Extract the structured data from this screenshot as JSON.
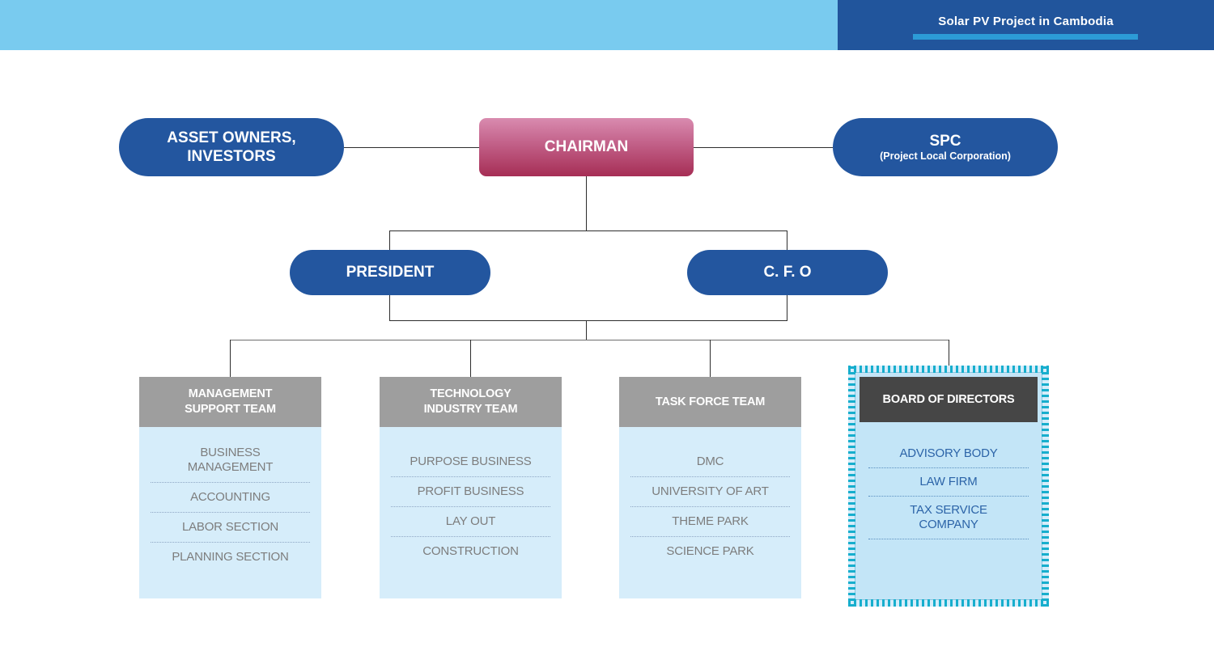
{
  "header": {
    "title": "Solar PV Project in Cambodia",
    "band_left_color": "#79CBEF",
    "band_right_color": "#21559C",
    "underline_color": "#2C9BD6"
  },
  "chart": {
    "type": "org-chart",
    "nodes": {
      "asset_owners": {
        "label": "ASSET OWNERS,\nINVESTORS",
        "line1": "ASSET OWNERS,",
        "line2": "INVESTORS",
        "color": "#23569F"
      },
      "chairman": {
        "label": "CHAIRMAN",
        "color_top": "#D98BAF",
        "color_bottom": "#A62E55"
      },
      "spc": {
        "label": "SPC",
        "sublabel": "(Project Local Corporation)",
        "color": "#23569F"
      },
      "president": {
        "label": "PRESIDENT",
        "color": "#23569F"
      },
      "cfo": {
        "label": "C. F. O",
        "color": "#23569F"
      }
    },
    "teams": [
      {
        "id": "management-support-team",
        "header_line1": "MANAGEMENT",
        "header_line2": "SUPPORT TEAM",
        "header_color": "#9E9E9E",
        "body_color": "#D6EDFA",
        "items": [
          {
            "line1": "BUSINESS",
            "line2": "MANAGEMENT"
          },
          {
            "line1": "ACCOUNTING",
            "line2": ""
          },
          {
            "line1": "LABOR SECTION",
            "line2": ""
          },
          {
            "line1": "PLANNING SECTION",
            "line2": ""
          }
        ]
      },
      {
        "id": "technology-industry-team",
        "header_line1": "TECHNOLOGY",
        "header_line2": "INDUSTRY TEAM",
        "header_color": "#9E9E9E",
        "body_color": "#D6EDFA",
        "items": [
          {
            "line1": "PURPOSE BUSINESS",
            "line2": ""
          },
          {
            "line1": "PROFIT BUSINESS",
            "line2": ""
          },
          {
            "line1": "LAY OUT",
            "line2": ""
          },
          {
            "line1": "CONSTRUCTION",
            "line2": ""
          }
        ]
      },
      {
        "id": "task-force-team",
        "header_line1": "TASK FORCE TEAM",
        "header_line2": "",
        "header_color": "#9E9E9E",
        "body_color": "#D6EDFA",
        "items": [
          {
            "line1": "DMC",
            "line2": ""
          },
          {
            "line1": "UNIVERSITY OF ART",
            "line2": ""
          },
          {
            "line1": "THEME PARK",
            "line2": ""
          },
          {
            "line1": "SCIENCE PARK",
            "line2": ""
          }
        ]
      },
      {
        "id": "board-of-directors",
        "header_line1": "BOARD OF DIRECTORS",
        "header_line2": "",
        "header_color": "#464646",
        "body_color": "#C3E5F7",
        "selected": true,
        "selection_color": "#17AECD",
        "items": [
          {
            "line1": "ADVISORY BODY",
            "line2": ""
          },
          {
            "line1": "LAW FIRM",
            "line2": ""
          },
          {
            "line1": "TAX SERVICE",
            "line2": "COMPANY"
          }
        ]
      }
    ]
  }
}
